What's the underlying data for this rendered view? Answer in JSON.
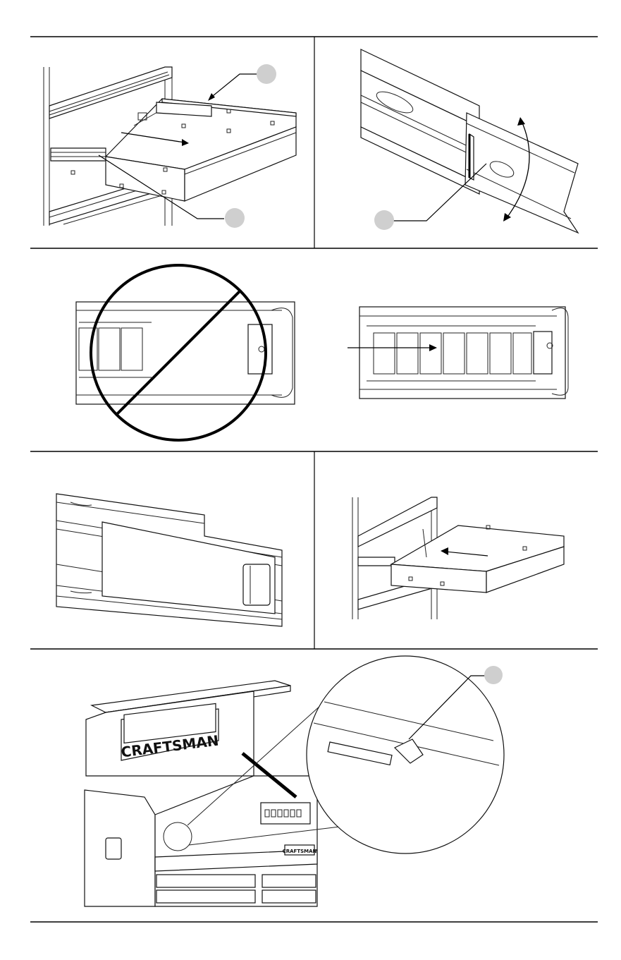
{
  "brand": {
    "logo_large": "CRAFTSMAN",
    "logo_small": "CRAFTSMAN"
  },
  "colors": {
    "line": "#000000",
    "callout": "#cfcfcf",
    "background": "#ffffff"
  },
  "panels": [
    {
      "id": "drawer-insert"
    },
    {
      "id": "slide-release-lever"
    },
    {
      "id": "incorrect-slide-position"
    },
    {
      "id": "correct-slide-position"
    },
    {
      "id": "slide-closeup"
    },
    {
      "id": "drawer-inserted"
    },
    {
      "id": "toolchest-lid-detail"
    }
  ],
  "icons": [
    "callout-circle",
    "direction-arrow",
    "curved-arrow",
    "prohibited-sign",
    "magnifier-circle"
  ]
}
